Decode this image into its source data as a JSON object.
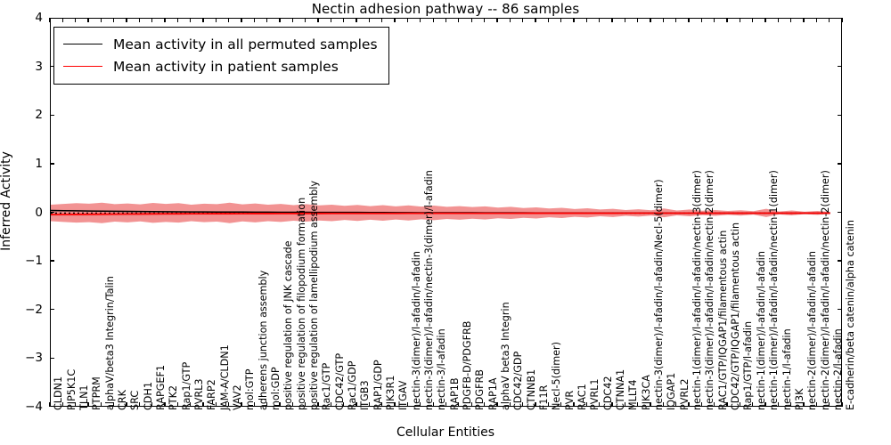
{
  "chart_data": {
    "type": "line",
    "title": "Nectin adhesion pathway -- 86 samples",
    "xlabel": "Cellular Entities",
    "ylabel": "Inferred Activity",
    "ylim": [
      -4,
      4
    ],
    "yticks": [
      -4,
      -3,
      -2,
      -1,
      0,
      1,
      2,
      3,
      4
    ],
    "grid": false,
    "legend_position": "upper left",
    "legend": [
      {
        "label": "Mean activity in all permuted samples",
        "color": "#000000"
      },
      {
        "label": "Mean activity in patient samples",
        "color": "#ff0000"
      }
    ],
    "colors": {
      "permuted_mean": "#000000",
      "patient_mean": "#ff0000",
      "patient_band": "#f08080",
      "permuted_band": "#d9d9d9",
      "axis": "#000000",
      "background": "#ffffff"
    },
    "categories": [
      "CLDN1",
      "PIP5K1C",
      "TLN1",
      "PTPRM",
      "alphaV/beta3 Integrin/Talin",
      "CRK",
      "SRC",
      "CDH1",
      "RAPGEF1",
      "PTK2",
      "Rap1/GTP",
      "PVRL3",
      "FARP2",
      "JAM-A/CLDN1",
      "VAV2",
      "mol:GTP",
      "adherens junction assembly",
      "mol:GDP",
      "positive regulation of JNK cascade",
      "positive regulation of filopodium formation",
      "positive regulation of lamellipodium assembly",
      "Rac1/GTP",
      "CDC42/GTP",
      "Rac1/GDP",
      "ITGB3",
      "RAP1/GDP",
      "PIK3R1",
      "ITGAV",
      "nectin-3(dimer)/l-afadin/l-afadin",
      "nectin-3(dimer)/l-afadin/nectin-3(dimer)/l-afadin",
      "nectin-3/l-afadin",
      "RAP1B",
      "PDGFB-D/PDGFRB",
      "PDGFRB",
      "RAP1A",
      "alphaV beta3 Integrin",
      "CDC42/GDP",
      "CTNNB1",
      "F11R",
      "Necl-5(dimer)",
      "PVR",
      "RAC1",
      "PVRL1",
      "CDC42",
      "CTNNA1",
      "MLLT4",
      "PIK3CA",
      "nectin-3(dimer)/l-afadin/l-afadin/Necl-5(dimer)",
      "IQGAP1",
      "PVRL2",
      "nectin-1(dimer)/l-afadin/l-afadin/nectin-3(dimer)",
      "nectin-3(dimer)/l-afadin/l-afadin/nectin-2(dimer)",
      "RAC1/GTP/IQGAP1/filamentous actin",
      "CDC42/GTP/IQGAP1/filamentous actin",
      "Rap1/GTP/l-afadin",
      "nectin-1(dimer)/l-afadin/l-afadin",
      "nectin-1(dimer)/l-afadin/l-afadin/nectin-1(dimer)",
      "nectin-1/l-afadin",
      "PI3K",
      "nectin-2(dimer)/l-afadin/l-afadin",
      "nectin-2(dimer)/l-afadin/l-afadin/nectin-2(dimer)",
      "nectin-2/l-afadin",
      "E-cadherin/beta catenin/alpha catenin"
    ],
    "series": [
      {
        "name": "Mean activity in all permuted samples",
        "color": "#000000",
        "values": [
          0.055,
          0.05,
          0.047,
          0.044,
          0.04,
          0.038,
          0.036,
          0.034,
          0.032,
          0.03,
          0.028,
          0.026,
          0.025,
          0.024,
          0.023,
          0.022,
          0.021,
          0.02,
          0.019,
          0.018,
          0.018,
          0.017,
          0.016,
          0.016,
          0.015,
          0.014,
          0.013,
          0.012,
          0.011,
          0.01,
          0.01,
          0.009,
          0.008,
          0.008,
          0.007,
          0.007,
          0.006,
          0.006,
          0.005,
          0.005,
          0.004,
          0.004,
          0.003,
          0.003,
          0.003,
          0.002,
          0.002,
          0.002,
          0.002,
          0.001,
          0.001,
          0.001,
          0.001,
          0.001,
          0.001,
          0.0,
          0.0,
          0.0,
          0.0,
          0.0,
          0.0,
          0.0
        ],
        "band_upper": [
          0.085,
          0.082,
          0.078,
          0.075,
          0.072,
          0.07,
          0.068,
          0.065,
          0.062,
          0.06,
          0.058,
          0.055,
          0.053,
          0.05,
          0.048,
          0.046,
          0.045,
          0.043,
          0.041,
          0.04,
          0.038,
          0.036,
          0.035,
          0.033,
          0.032,
          0.03,
          0.029,
          0.028,
          0.027,
          0.026,
          0.025,
          0.024,
          0.023,
          0.022,
          0.02,
          0.019,
          0.018,
          0.017,
          0.016,
          0.015,
          0.014,
          0.013,
          0.012,
          0.011,
          0.01,
          0.009,
          0.009,
          0.008,
          0.008,
          0.007,
          0.007,
          0.006,
          0.006,
          0.005,
          0.005,
          0.004,
          0.004,
          0.003,
          0.003,
          0.002,
          0.002,
          0.002
        ],
        "band_lower": [
          -0.075,
          -0.072,
          -0.07,
          -0.068,
          -0.065,
          -0.062,
          -0.06,
          -0.058,
          -0.055,
          -0.053,
          -0.051,
          -0.049,
          -0.047,
          -0.045,
          -0.043,
          -0.042,
          -0.04,
          -0.038,
          -0.037,
          -0.035,
          -0.034,
          -0.032,
          -0.031,
          -0.03,
          -0.028,
          -0.027,
          -0.026,
          -0.025,
          -0.024,
          -0.023,
          -0.022,
          -0.021,
          -0.02,
          -0.019,
          -0.018,
          -0.017,
          -0.016,
          -0.015,
          -0.014,
          -0.013,
          -0.012,
          -0.011,
          -0.011,
          -0.01,
          -0.009,
          -0.008,
          -0.008,
          -0.007,
          -0.007,
          -0.006,
          -0.006,
          -0.005,
          -0.005,
          -0.004,
          -0.004,
          -0.003,
          -0.003,
          -0.002,
          -0.002,
          -0.002,
          -0.001,
          -0.001
        ]
      },
      {
        "name": "Mean activity in patient samples",
        "color": "#ff0000",
        "values": [
          -0.03,
          -0.028,
          -0.026,
          -0.024,
          -0.022,
          -0.02,
          -0.018,
          -0.017,
          -0.015,
          -0.014,
          -0.013,
          -0.012,
          -0.011,
          -0.01,
          -0.01,
          -0.009,
          -0.008,
          -0.008,
          -0.007,
          -0.007,
          -0.006,
          -0.006,
          -0.005,
          -0.005,
          -0.005,
          -0.004,
          -0.004,
          -0.004,
          -0.003,
          -0.003,
          -0.003,
          -0.003,
          -0.002,
          -0.002,
          -0.002,
          -0.002,
          -0.002,
          -0.001,
          -0.001,
          -0.001,
          -0.001,
          -0.001,
          -0.001,
          -0.001,
          -0.001,
          0.0,
          0.0,
          0.0,
          0.0,
          0.0,
          0.0,
          0.0,
          0.0,
          0.0,
          0.0,
          0.0,
          0.0,
          0.0,
          0.0,
          0.0,
          0.0,
          0.0
        ],
        "band_upper": [
          0.175,
          0.19,
          0.205,
          0.195,
          0.215,
          0.185,
          0.2,
          0.18,
          0.21,
          0.19,
          0.205,
          0.175,
          0.195,
          0.185,
          0.215,
          0.18,
          0.2,
          0.175,
          0.19,
          0.165,
          0.185,
          0.16,
          0.175,
          0.15,
          0.17,
          0.145,
          0.165,
          0.14,
          0.16,
          0.135,
          0.155,
          0.13,
          0.145,
          0.125,
          0.14,
          0.115,
          0.13,
          0.105,
          0.12,
          0.095,
          0.11,
          0.085,
          0.1,
          0.075,
          0.09,
          0.065,
          0.08,
          0.06,
          0.095,
          0.055,
          0.075,
          0.05,
          0.065,
          0.045,
          0.06,
          0.04,
          0.09,
          0.035,
          0.055,
          0.03,
          0.045,
          0.025
        ],
        "band_lower": [
          -0.165,
          -0.18,
          -0.195,
          -0.185,
          -0.205,
          -0.175,
          -0.19,
          -0.17,
          -0.2,
          -0.18,
          -0.195,
          -0.165,
          -0.185,
          -0.175,
          -0.205,
          -0.17,
          -0.19,
          -0.165,
          -0.18,
          -0.155,
          -0.175,
          -0.15,
          -0.165,
          -0.14,
          -0.16,
          -0.135,
          -0.155,
          -0.13,
          -0.15,
          -0.125,
          -0.145,
          -0.12,
          -0.135,
          -0.115,
          -0.13,
          -0.105,
          -0.12,
          -0.095,
          -0.11,
          -0.085,
          -0.1,
          -0.075,
          -0.09,
          -0.065,
          -0.08,
          -0.055,
          -0.07,
          -0.05,
          -0.085,
          -0.045,
          -0.065,
          -0.04,
          -0.055,
          -0.035,
          -0.05,
          -0.03,
          -0.08,
          -0.025,
          -0.045,
          -0.02,
          -0.035,
          -0.015
        ]
      }
    ]
  }
}
